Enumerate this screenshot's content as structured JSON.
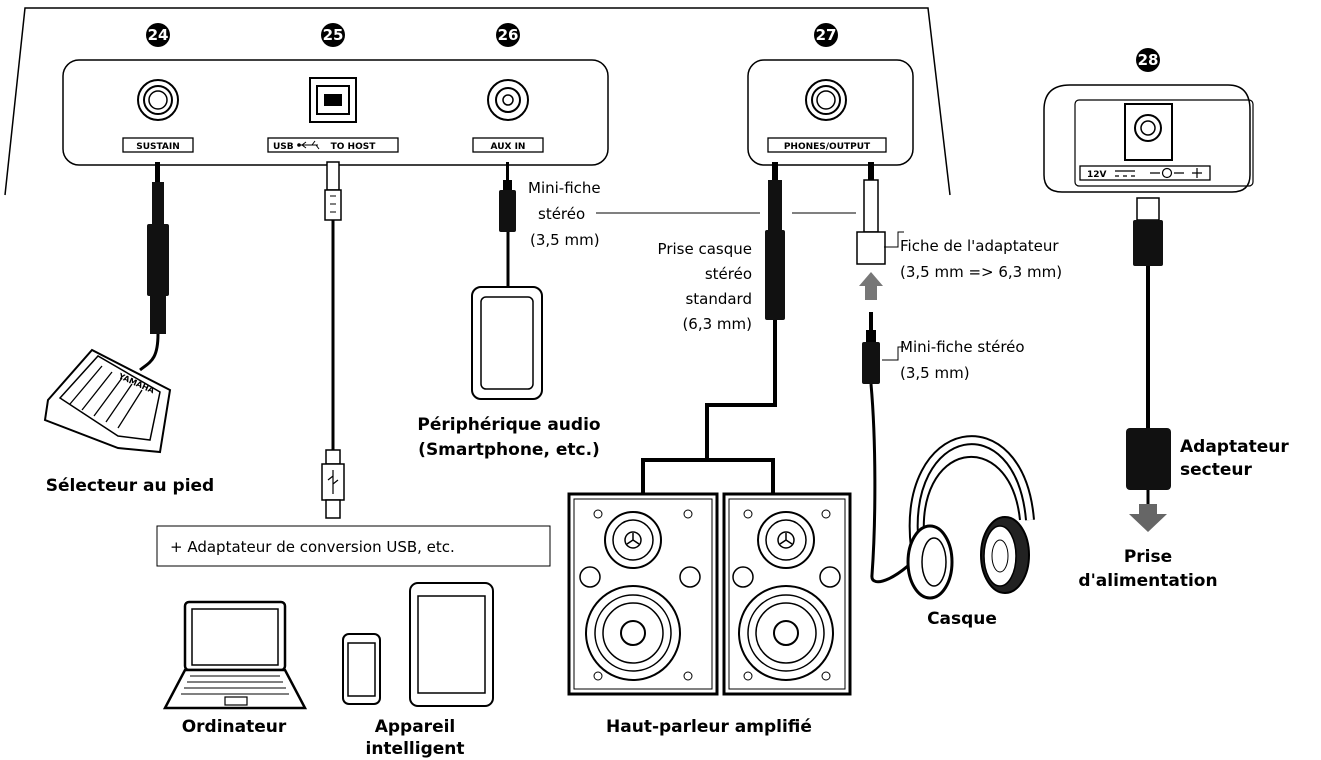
{
  "markers": [
    "24",
    "25",
    "26",
    "27",
    "28"
  ],
  "jacks": {
    "sustain": "SUSTAIN",
    "usb_left": "USB",
    "usb_right": "TO HOST",
    "aux": "AUX IN",
    "phones": "PHONES/OUTPUT",
    "dc_voltage": "12V"
  },
  "callouts": {
    "mini_plug_aux": [
      "Mini-fiche",
      "stéréo",
      "(3,5 mm)"
    ],
    "phone_plug": [
      "Prise casque",
      "stéréo",
      "standard",
      "(6,3 mm)"
    ],
    "adapter_plug": [
      "Fiche de l'adaptateur",
      "(3,5 mm => 6,3 mm)"
    ],
    "mini_plug_headphones": [
      "Mini-fiche stéréo",
      "(3,5 mm)"
    ],
    "usb_adapter_note": "+ Adaptateur de conversion USB, etc."
  },
  "devices": {
    "foot_switch": "Sélecteur au pied",
    "audio_device": [
      "Périphérique audio",
      "(Smartphone, etc.)"
    ],
    "computer": "Ordinateur",
    "smart_device": [
      "Appareil",
      "intelligent"
    ],
    "speakers": "Haut-parleur amplifié",
    "headphones": "Casque",
    "ac_adapter": [
      "Adaptateur",
      "secteur"
    ],
    "outlet": [
      "Prise",
      "d'alimentation"
    ]
  },
  "pedal_brand": "YAMAHA"
}
